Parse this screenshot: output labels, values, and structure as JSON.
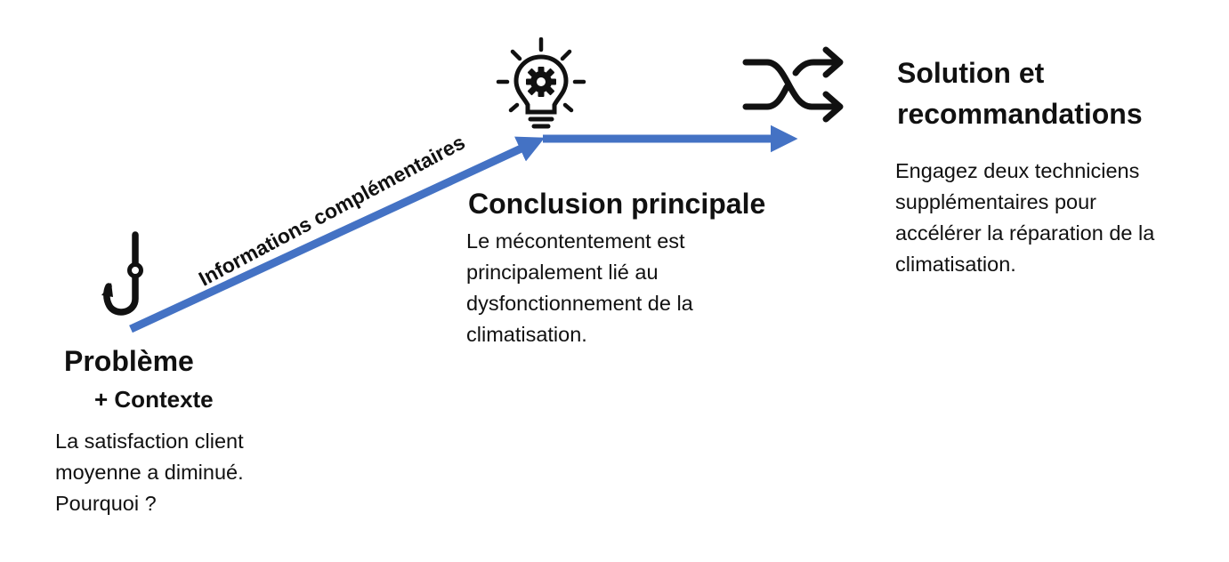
{
  "colors": {
    "arrow": "#4472C4",
    "text": "#111111",
    "icon": "#111111",
    "background": "#FFFFFF"
  },
  "icons": {
    "problem": "fish-hook-icon",
    "conclusion": "lightbulb-gear-icon",
    "solution": "shuffle-arrows-icon"
  },
  "arrow_label": "Informations complémentaires",
  "problem": {
    "title": "Problème",
    "subtitle": "+ Contexte",
    "lines": [
      "La satisfaction client",
      "moyenne a diminué.",
      "Pourquoi ?"
    ]
  },
  "conclusion": {
    "title": "Conclusion principale",
    "lines": [
      "Le mécontentement est",
      "principalement lié au",
      "dysfonctionnement de la",
      "climatisation."
    ]
  },
  "solution": {
    "title_lines": [
      "Solution et",
      "recommandations"
    ],
    "lines": [
      "Engagez deux techniciens",
      "supplémentaires pour",
      "accélérer la réparation de la",
      "climatisation."
    ]
  }
}
